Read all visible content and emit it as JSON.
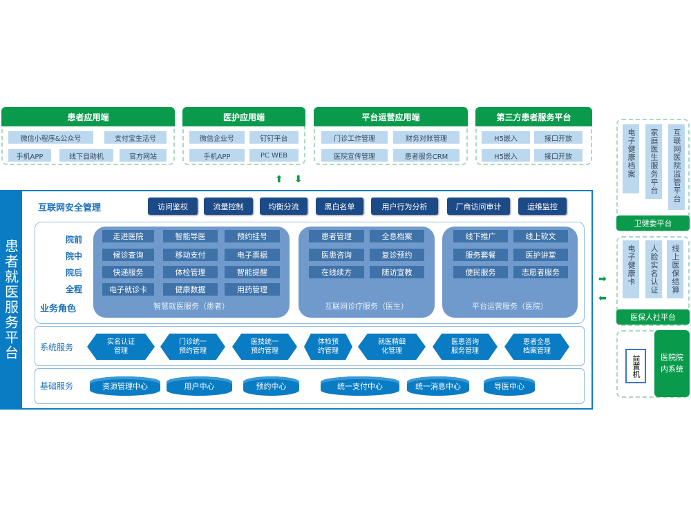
{
  "top_groups": [
    {
      "title": "患者应用端",
      "items": [
        "微信小程序&公众号",
        "支付宝生活号",
        "手机APP",
        "线下自助机",
        "官方网站"
      ]
    },
    {
      "title": "医护应用端",
      "items": [
        "微信企业号",
        "钉钉平台",
        "手机APP",
        "PC WEB"
      ]
    },
    {
      "title": "平台运营应用端",
      "items": [
        "门诊工作管理",
        "财务对账管理",
        "医院宣传管理",
        "患者服务CRM"
      ]
    },
    {
      "title": "第三方患者服务平台",
      "items": [
        "H5嵌入",
        "接口开放",
        "H5嵌入",
        "接口开放"
      ]
    }
  ],
  "platform_title": "患者就医服务平台",
  "security": {
    "label": "互联网安全管理",
    "items": [
      "访问鉴权",
      "流量控制",
      "均衡分流",
      "黑白名单",
      "用户行为分析",
      "厂商访问审计",
      "运维监控"
    ]
  },
  "roles": {
    "stages": [
      "院前",
      "院中",
      "院后",
      "全程"
    ],
    "label": "业务角色",
    "clusters": [
      {
        "caption": "智慧就医服务（患者）",
        "items": [
          "走进医院",
          "智能导医",
          "预约挂号",
          "候诊查询",
          "移动支付",
          "电子票据",
          "快递服务",
          "体检管理",
          "智能提醒",
          "电子就诊卡",
          "健康数据",
          "用药管理"
        ]
      },
      {
        "caption": "互联网诊疗服务（医生）",
        "items": [
          "患者管理",
          "全息档案",
          "医患咨询",
          "复诊预约",
          "在线续方",
          "随访宣教"
        ]
      },
      {
        "caption": "平台运营服务（医院）",
        "items": [
          "线下推广",
          "线上软文",
          "服务套餐",
          "医护讲堂",
          "便民服务",
          "志愿者服务"
        ]
      }
    ]
  },
  "system": {
    "label": "系统服务",
    "items": [
      "实名认证\n管理",
      "门诊统一\n预约管理",
      "医技统一\n预约管理",
      "体检预\n约管理",
      "就医精细\n化管理",
      "医患咨询\n服务管理",
      "患者全息\n档案管理"
    ]
  },
  "base": {
    "label": "基础服务",
    "items": [
      "资源管理中心",
      "用户中心",
      "预约中心",
      "统一支付中心",
      "统一消息中心",
      "导医中心"
    ]
  },
  "right": {
    "health_commission": {
      "items": [
        "电子健康档案",
        "家庭医生服务平台",
        "互联网医院监管平台"
      ],
      "label": "卫健委平台"
    },
    "insurance": {
      "items": [
        "电子健康卡",
        "人脸实名认证",
        "线上医保结算"
      ],
      "label": "医保人社平台"
    },
    "hospital": {
      "frontend": "前置机",
      "internal": "医院院内系统"
    }
  },
  "colors": {
    "green": "#0a9a4c",
    "blue": "#0a7cc4",
    "navy": "#1c4a86",
    "light": "#bcd8ee"
  }
}
